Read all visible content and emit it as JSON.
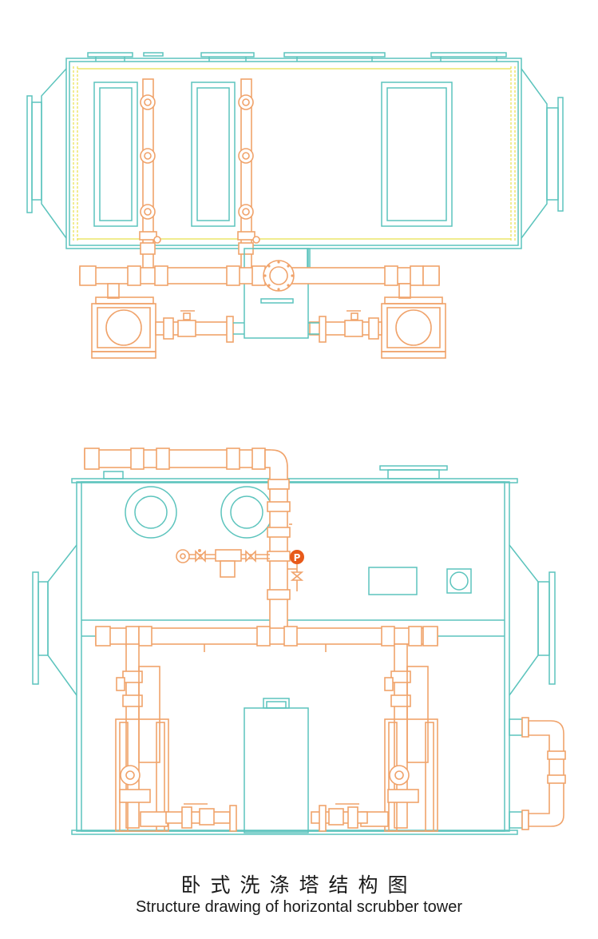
{
  "caption": {
    "chinese": "卧式洗涤塔结构图",
    "english": "Structure drawing of horizontal scrubber tower"
  },
  "gauge": {
    "letter": "P"
  },
  "colors": {
    "housing": "#5cc4bd",
    "piping": "#f0a36b",
    "packing": "#e8e04a",
    "gauge": "#e85a1a"
  }
}
